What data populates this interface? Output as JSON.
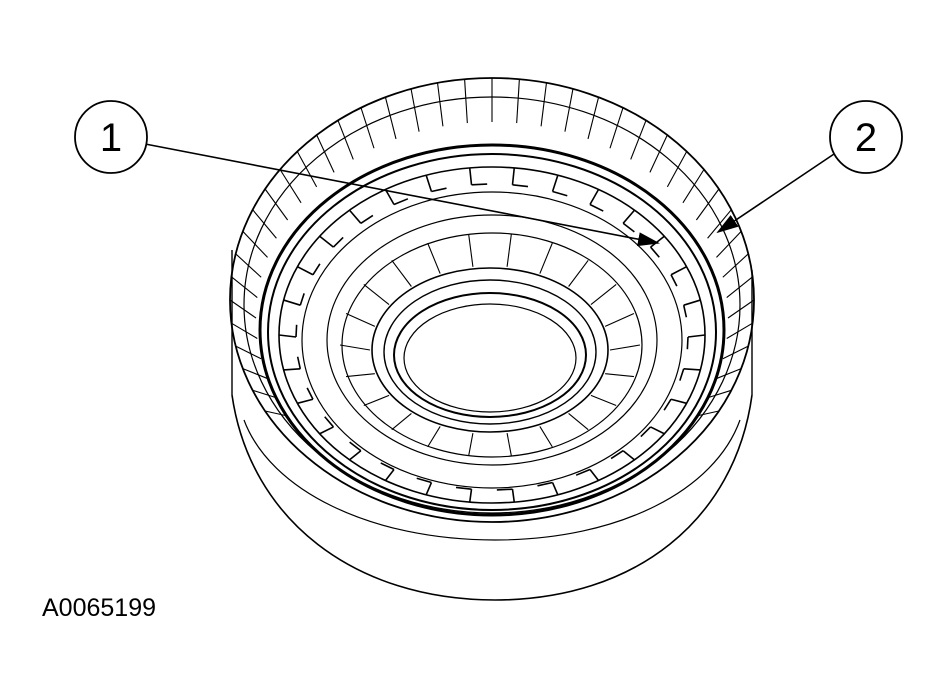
{
  "callouts": [
    {
      "label": "1"
    },
    {
      "label": "2"
    }
  ],
  "figure_id": "A0065199",
  "colors": {
    "ink": "#000000",
    "background": "#ffffff"
  }
}
